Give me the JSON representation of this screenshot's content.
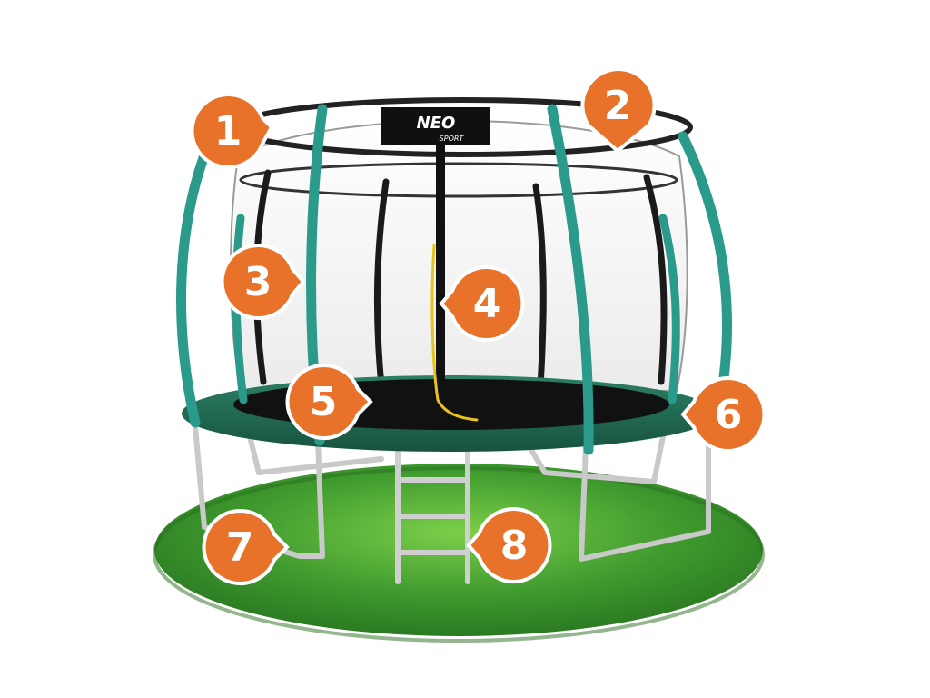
{
  "logo": {
    "line1": "NEO",
    "line2": "SPORT"
  },
  "markers": [
    {
      "label": "1",
      "target": "top-left net ring"
    },
    {
      "label": "2",
      "target": "top-right net ring"
    },
    {
      "label": "3",
      "target": "padded net pole"
    },
    {
      "label": "4",
      "target": "net entrance zipper"
    },
    {
      "label": "5",
      "target": "jumping mat"
    },
    {
      "label": "6",
      "target": "spring cover pad"
    },
    {
      "label": "7",
      "target": "W-shaped leg"
    },
    {
      "label": "8",
      "target": "ladder"
    }
  ],
  "colors": {
    "marker": "#e8722a",
    "marker_rim": "#ffffff",
    "pad": "#1f6d55",
    "pole_foam": "#2a9a8a",
    "net": "#1a1a1a",
    "mat": "#111111",
    "grass": "#3f9a2e",
    "frame": "#c9c9c9"
  }
}
